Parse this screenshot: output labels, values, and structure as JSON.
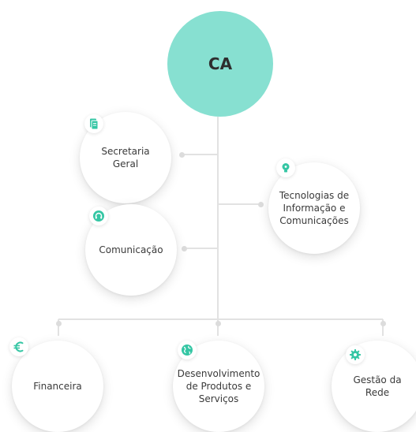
{
  "root": {
    "label": "CA"
  },
  "nodes": [
    {
      "label": "Secretaria\nGeral",
      "icon": "document-icon",
      "color": "#35c6a4"
    },
    {
      "label": "Tecnologias de\nInformação e\nComunicações",
      "icon": "lightbulb-icon",
      "color": "#35c6a4"
    },
    {
      "label": "Comunicação",
      "icon": "headset-icon",
      "color": "#35c6a4"
    },
    {
      "label": "Financeira",
      "icon": "euro-icon",
      "color": "#35c6a4"
    },
    {
      "label": "Desenvolvimento\nde Produtos e\nServiços",
      "icon": "globe-icon",
      "color": "#35c6a4"
    },
    {
      "label": "Gestão da\nRede",
      "icon": "gear-icon",
      "color": "#35c6a4"
    }
  ],
  "colors": {
    "root_fill": "#87e0d1",
    "accent": "#35c6a4",
    "connector": "#e2e2e2"
  }
}
